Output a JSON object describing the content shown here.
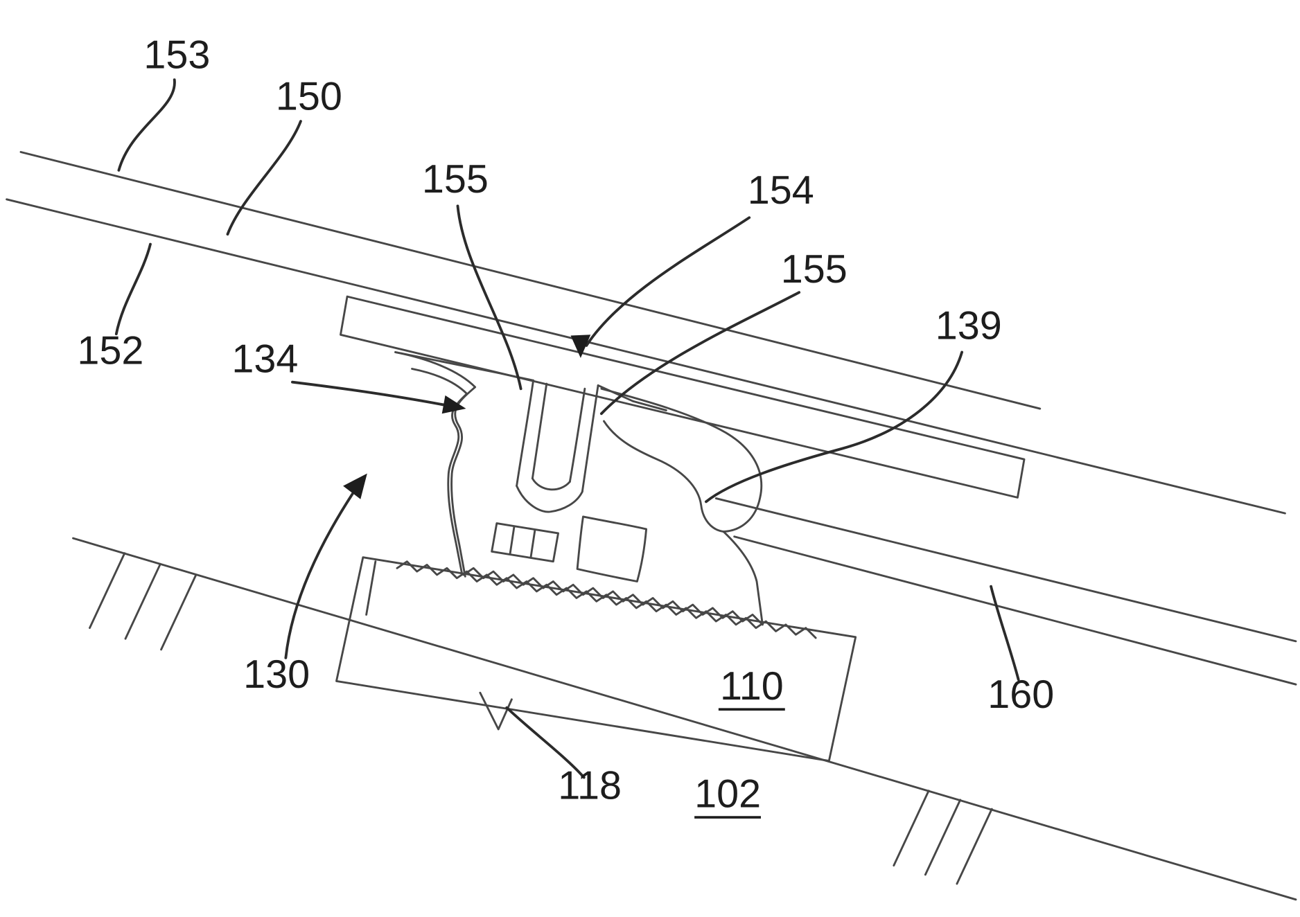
{
  "figure": {
    "kind": "patent-line-drawing",
    "line_color": "#474747",
    "label_color": "#1d1d1d",
    "background_color": "#ffffff"
  },
  "labels": {
    "ref153": "153",
    "ref150": "150",
    "ref155a": "155",
    "ref154": "154",
    "ref155b": "155",
    "ref139": "139",
    "ref152": "152",
    "ref134": "134",
    "ref130": "130",
    "ref110": "110",
    "ref160": "160",
    "ref118": "118",
    "ref102": "102"
  }
}
